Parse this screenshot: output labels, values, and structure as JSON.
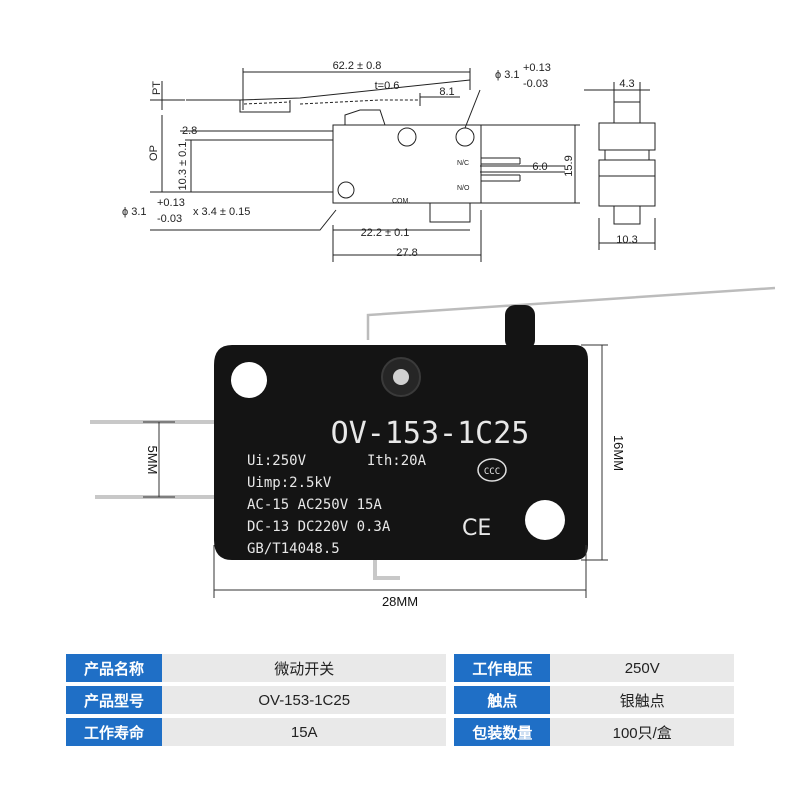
{
  "drawing": {
    "pt": "PT",
    "op": "OP",
    "d_62": "62.2 ± 0.8",
    "d_t": "t=0.6",
    "d_81": "8.1",
    "d_28": "2.8",
    "d_103": "10.3 ± 0.1",
    "hole_top": {
      "main": "ϕ 3.1",
      "plus": "+0.13",
      "minus": "-0.03"
    },
    "hole_left": {
      "main": "ϕ 3.1",
      "plus": "+0.13",
      "minus": "-0.03",
      "suffix": "x 3.4 ± 0.15"
    },
    "nc": "N/C",
    "no": "N/O",
    "com": "COM.",
    "d_60": "6.0",
    "d_159": "15.9",
    "d_222": "22.2 ± 0.1",
    "d_278": "27.8",
    "d_43": "4.3",
    "d_103b": "10.3"
  },
  "photo": {
    "model_print": "OV-153-1C25",
    "line1a": "Ui:250V",
    "line1b": "Ith:20A",
    "line2": "Uimp:2.5kV",
    "line3": "AC-15 AC250V 15A",
    "line4": "DC-13 DC220V 0.3A",
    "line5": "GB/T14048.5",
    "ccc_mark": "CCC",
    "ce_mark": "CE",
    "dim_5mm": "5MM",
    "dim_16mm": "16MM",
    "dim_28mm": "28MM"
  },
  "spec_table": {
    "rows": [
      {
        "label_l": "产品名称",
        "value_l": "微动开关",
        "label_r": "工作电压",
        "value_r": "250V"
      },
      {
        "label_l": "产品型号",
        "value_l": "OV-153-1C25",
        "label_r": "触点",
        "value_r": "银触点"
      },
      {
        "label_l": "工作寿命",
        "value_l": "15A",
        "label_r": "包装数量",
        "value_r": "100只/盒"
      }
    ]
  },
  "colors": {
    "label_bg": "#1f6fc6",
    "value_bg": "#e9e9e9",
    "switch_body": "#141414"
  }
}
